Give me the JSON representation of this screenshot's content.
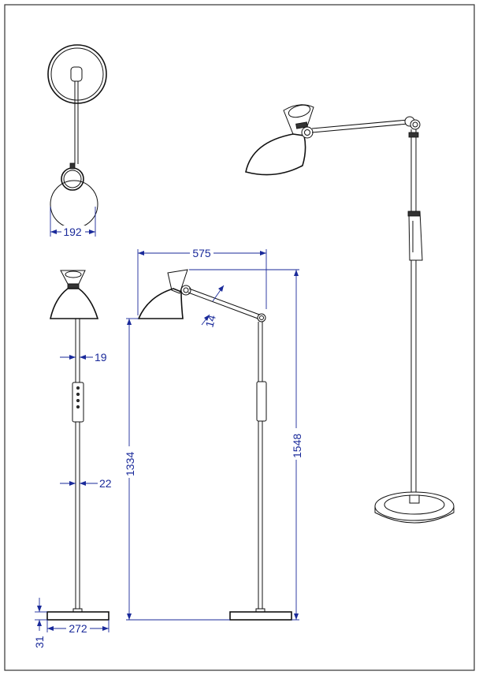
{
  "dimensions": {
    "shade_diameter": "192",
    "pole_top_diameter": "19",
    "pole_bottom_diameter": "22",
    "base_diameter": "272",
    "base_height": "31",
    "arm_reach": "575",
    "arm_joint_size": "14",
    "shade_height": "1334",
    "total_height": "1548"
  },
  "colors": {
    "dimension": "#1a2a9a",
    "line": "#111111",
    "frame": "#333333"
  }
}
